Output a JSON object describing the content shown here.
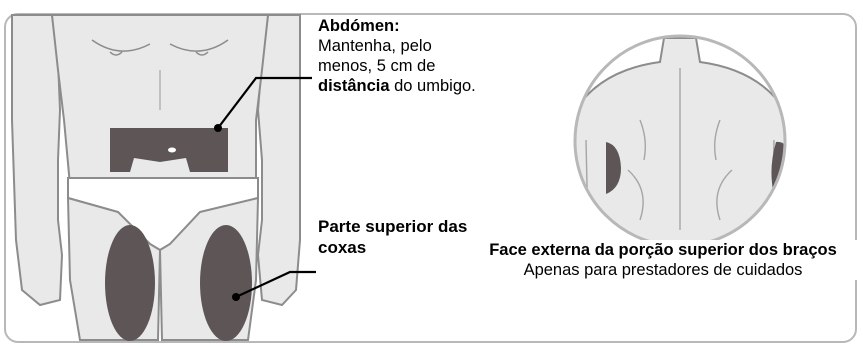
{
  "labels": {
    "abdomen_title": "Abdómen:",
    "abdomen_text_1": "Mantenha, pelo menos, 5 cm de",
    "abdomen_text_bold": "distância",
    "abdomen_text_2": "do umbigo.",
    "thigh_text": "Parte superior das coxas",
    "arm_title": "Face externa da porção superior dos braços",
    "arm_note": "Apenas para prestadores de cuidados"
  },
  "colors": {
    "skin": "#e9e9e9",
    "outline": "#8c8c8c",
    "injection_zone": "#5e5656",
    "frame_border": "#b8b8b8"
  }
}
